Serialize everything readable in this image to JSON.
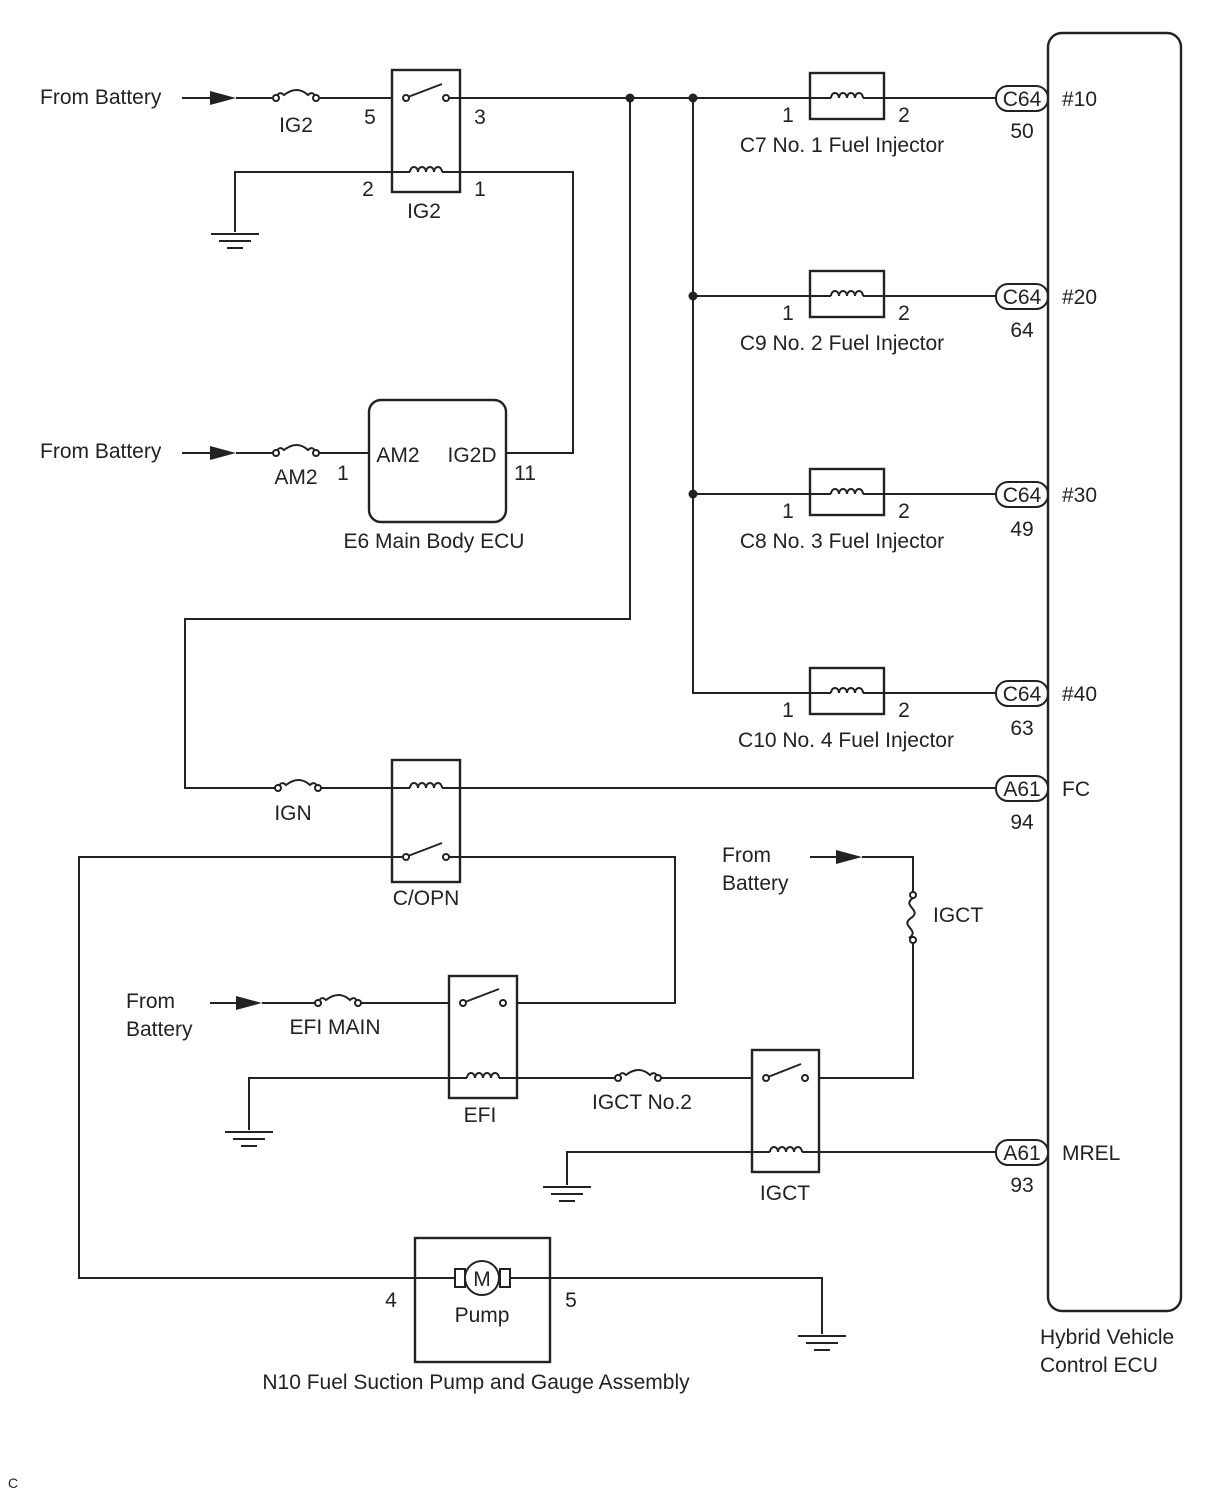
{
  "battery": {
    "from_battery": "From Battery",
    "from": "From",
    "battery": "Battery"
  },
  "fuses": {
    "ig2": "IG2",
    "am2": "AM2",
    "ign": "IGN",
    "efi_main": "EFI MAIN",
    "igct_no2": "IGCT No.2",
    "igct": "IGCT"
  },
  "relays": {
    "ig2": "IG2",
    "copn": "C/OPN",
    "efi": "EFI",
    "igct": "IGCT",
    "ig2_pins": [
      "5",
      "3",
      "2",
      "1"
    ]
  },
  "main_body_ecu": {
    "label": "E6 Main Body ECU",
    "am2_terminal": "AM2",
    "ig2d_terminal": "IG2D",
    "pin_am2": "1",
    "pin_ig2d": "11"
  },
  "injectors": [
    {
      "label": "C7 No. 1 Fuel Injector",
      "pin1": "1",
      "pin2": "2",
      "connector": "C64",
      "pin": "50",
      "terminal": "#10"
    },
    {
      "label": "C9 No. 2 Fuel Injector",
      "pin1": "1",
      "pin2": "2",
      "connector": "C64",
      "pin": "64",
      "terminal": "#20"
    },
    {
      "label": "C8 No. 3 Fuel Injector",
      "pin1": "1",
      "pin2": "2",
      "connector": "C64",
      "pin": "49",
      "terminal": "#30"
    },
    {
      "label": "C10 No. 4 Fuel Injector",
      "pin1": "1",
      "pin2": "2",
      "connector": "C64",
      "pin": "63",
      "terminal": "#40"
    }
  ],
  "hv_ecu": {
    "label_line1": "Hybrid Vehicle",
    "label_line2": "Control ECU",
    "fc": {
      "connector": "A61",
      "pin": "94",
      "terminal": "FC"
    },
    "mrel": {
      "connector": "A61",
      "pin": "93",
      "terminal": "MREL"
    }
  },
  "pump": {
    "label": "N10 Fuel Suction Pump and Gauge Assembly",
    "name": "Pump",
    "motor": "M",
    "pin_in": "4",
    "pin_out": "5"
  },
  "footer_code": "C"
}
